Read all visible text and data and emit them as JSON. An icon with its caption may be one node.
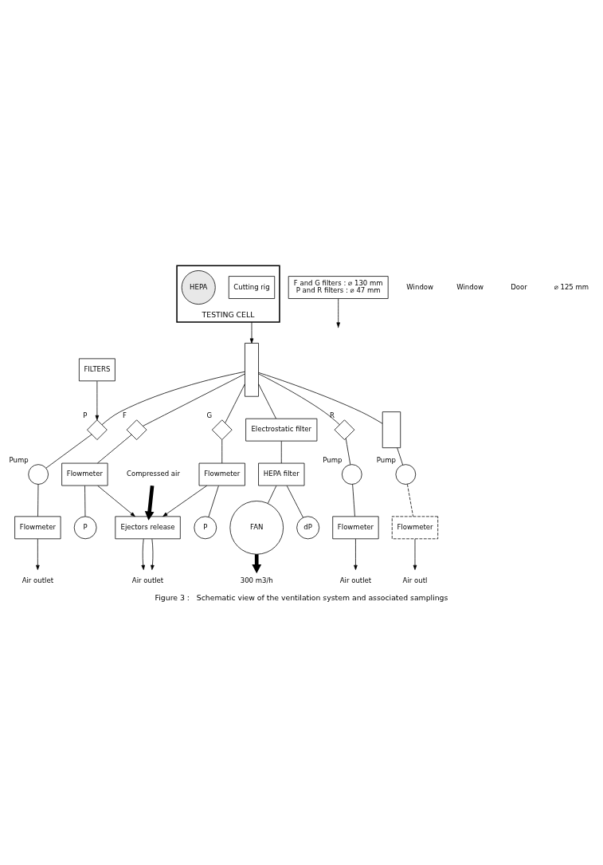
{
  "diagram": {
    "caption": "Figure 3 :   Schematic view of the ventilation system and associated samplings",
    "nodes": [
      {
        "text": [
          "TESTING CELL"
        ]
      },
      {
        "text": [
          "Cutting rig"
        ],
        "in": 0
      },
      {
        "text": [
          "HEPA"
        ],
        "in": 0
      },
      {
        "text": [],
        "shape": "box"
      },
      {
        "text": [
          "FILTERS"
        ]
      },
      {
        "text": [],
        "shape": "diamond",
        "beside": [
          "P"
        ]
      },
      {
        "text": [],
        "shape": "circle",
        "beside": [
          "Pump"
        ]
      },
      {
        "text": [
          "Flowmeter"
        ]
      },
      {
        "text": [
          "Air outlet"
        ]
      },
      {
        "text": [],
        "shape": "diamond",
        "beside": [
          "F"
        ]
      },
      {
        "text": [
          "Flowmeter"
        ]
      },
      {
        "text": [
          "P"
        ]
      },
      {
        "text": [
          "Ejectors release"
        ]
      },
      {
        "text": [
          "Compressed air"
        ]
      },
      {
        "text": [
          "Air outlet"
        ]
      },
      {
        "text": [
          "Electrostatic filter"
        ]
      },
      {
        "text": [],
        "shape": "diamond",
        "beside": [
          "G"
        ]
      },
      {
        "text": [
          "Flowmeter"
        ]
      },
      {
        "text": [
          "P"
        ]
      },
      {
        "text": [],
        "shape": "diamond",
        "beside": [
          "R"
        ]
      },
      {
        "text": [],
        "shape": "circle",
        "beside": [
          "Pump"
        ]
      },
      {
        "text": [
          "Flowmeter"
        ]
      },
      {
        "text": [
          "Air outlet"
        ]
      },
      {
        "text": [
          "HEPA filter"
        ]
      },
      {
        "text": [
          "FAN"
        ]
      },
      {
        "text": [
          "dP"
        ]
      },
      {
        "text": [
          "F and G filters : ⌀ 130 mm",
          "P and R filters : ⌀ 47 mm"
        ]
      },
      {
        "text": [],
        "shape": "box"
      },
      {
        "text": [],
        "shape": "circle",
        "beside": [
          "Pump"
        ]
      },
      {
        "text": [
          "Flowmeter"
        ]
      },
      {
        "text": [
          "Air outl"
        ]
      },
      {
        "text": [
          "300 m3/h"
        ]
      }
    ],
    "edges": [
      {
        "from": 0,
        "to": 3,
        "arrow": "to"
      },
      {
        "from": 3,
        "to": 5,
        "arrow": "none"
      },
      {
        "from": 4,
        "to": 5,
        "arrow": "to"
      },
      {
        "from": 5,
        "to": 6,
        "arrow": "none"
      },
      {
        "from": 6,
        "to": 7,
        "arrow": "none"
      },
      {
        "from": 7,
        "to": 8,
        "arrow": "to"
      },
      {
        "from": 3,
        "to": 9,
        "arrow": "none"
      },
      {
        "from": 9,
        "to": 10,
        "arrow": "none"
      },
      {
        "from": 10,
        "to": 11,
        "arrow": "none"
      },
      {
        "from": 10,
        "to": 12,
        "arrow": "to"
      },
      {
        "from": 13,
        "to": 12,
        "arrow": "to",
        "style": "thick"
      },
      {
        "from": 12,
        "to": 14,
        "arrow": "to"
      },
      {
        "from": 12,
        "to": 14,
        "arrow": "to"
      },
      {
        "from": 3,
        "to": 16,
        "arrow": "none"
      },
      {
        "from": 16,
        "to": 17,
        "arrow": "none"
      },
      {
        "from": 17,
        "to": 18,
        "arrow": "none"
      },
      {
        "from": 17,
        "to": 12,
        "arrow": "to"
      },
      {
        "from": 3,
        "to": 19,
        "arrow": "none"
      },
      {
        "from": 19,
        "to": 20,
        "arrow": "none"
      },
      {
        "from": 20,
        "to": 21,
        "arrow": "none"
      },
      {
        "from": 21,
        "to": 22,
        "arrow": "to"
      },
      {
        "from": 3,
        "to": 27,
        "arrow": "none"
      },
      {
        "from": 27,
        "to": 28,
        "arrow": "none"
      },
      {
        "from": 28,
        "to": 29,
        "arrow": "none",
        "style": "dashed"
      },
      {
        "from": 29,
        "to": 30,
        "arrow": "to"
      },
      {
        "from": 3,
        "to": 15,
        "arrow": "none"
      },
      {
        "from": 15,
        "to": 23,
        "arrow": "none"
      },
      {
        "from": 23,
        "to": 24,
        "arrow": "none"
      },
      {
        "from": 23,
        "to": 25,
        "arrow": "none"
      },
      {
        "from": 24,
        "to": 31,
        "arrow": "to",
        "style": "thick"
      },
      {
        "from": 26,
        "to": null,
        "arrow": "to"
      }
    ],
    "labels": [
      "Window",
      "Window",
      "Door",
      "⌀ 125 mm"
    ]
  }
}
